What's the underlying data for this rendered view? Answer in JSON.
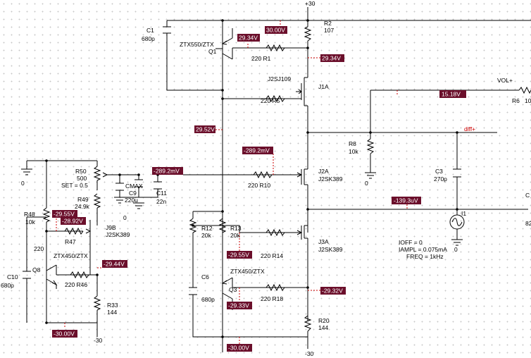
{
  "labels": {
    "supply_pos": "+30",
    "supply_neg": "-30",
    "r2_ref": "R2",
    "r2_val": "107",
    "c1_ref": "C1",
    "c1_val": "680p",
    "q1_model": "ZTX550/ZTX",
    "q1_ref": "Q1",
    "r1": "220  R1",
    "j1_model": "J2SJ109",
    "j1_ref": "J1A",
    "r5": "220  R5",
    "vol_pos": "VOL+",
    "r6_ref": "R6",
    "r6_val": "10",
    "diff_pos": "diff+",
    "r8_ref": "R8",
    "r8_val": "10k",
    "gnd_r8": "0",
    "j2_ref": "J2A",
    "j2_model": "J2SK389",
    "c3_ref": "C3",
    "c3_val": "270p",
    "r10": "220  R10",
    "out_ref": "C",
    "out_val": "82",
    "i1_ref": "I1",
    "gnd_i1": "0",
    "ioff": "IOFF = 0",
    "iampl": "IAMPL = 0.075mA",
    "freq": "FREQ = 1kHz",
    "j3_ref": "J3A",
    "j3_model": "J2SK389",
    "r12_ref": "R12",
    "r12_val": "20k",
    "r13_ref": "R13",
    "r13_val": "20k",
    "r14": "220  R14",
    "q3_model": "ZTX450/ZTX",
    "c6_ref": "C6",
    "c6_val": "680p",
    "q3_ref": "Q3",
    "r18": "220  R18",
    "r20_ref": "R20",
    "r20_val": "144",
    "gnd_left": "0",
    "r50_ref": "R50",
    "r50_val": "500",
    "r50_set": "SET = 0.5",
    "r49_ref": "R49",
    "r49_val": "24.9k",
    "cmax": "CMAX",
    "c9_ref": "C9",
    "c9_val": "220u",
    "c11_ref": "C11",
    "c11_val": "22n",
    "gnd_c9": "0",
    "r48_ref": "R48",
    "r48_val": "10k",
    "j9_ref": "J9B",
    "j9_model": "J2SK389",
    "r47": "R47",
    "r47_val": "220",
    "q8_model": "ZTX450/ZTX",
    "q8_ref": "Q8",
    "c10_ref": "C10",
    "c10_val": "680p",
    "r46": "220  R46",
    "r33_ref": "R33",
    "r33_val": "144"
  },
  "probes": [
    "30.00V",
    "29.34V",
    "29.34V",
    "29.52V",
    "15.18V",
    "-289.2mV",
    "-289.2mV",
    "-139.3uV",
    "-29.55V",
    "-29.32V",
    "-29.33V",
    "-30.00V",
    "-30.00V",
    "-29.55V",
    "-28.92V",
    "-29.44V"
  ],
  "colors": {
    "probe_background": "#6b0f2b",
    "probe_text": "#ffffff",
    "wire": "#000000",
    "net_label": "#cc0000"
  }
}
